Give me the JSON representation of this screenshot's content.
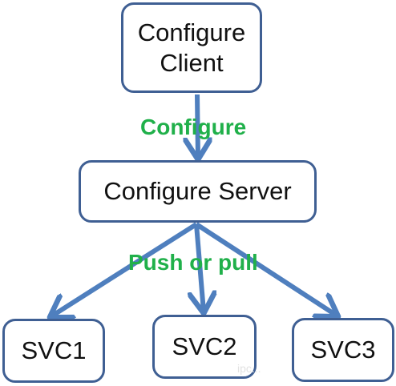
{
  "colors": {
    "arrow": "#4f7fbe",
    "box_border": "#3f5f93",
    "label": "#20b04a",
    "text": "#111111"
  },
  "nodes": {
    "client": {
      "line1": "Configure",
      "line2": "Client"
    },
    "server": {
      "label": "Configure Server"
    },
    "svc1": {
      "label": "SVC1"
    },
    "svc2": {
      "label": "SVC2"
    },
    "svc3": {
      "label": "SVC3"
    }
  },
  "edges": {
    "client_to_server": {
      "label": "Configure"
    },
    "server_to_services": {
      "label": "Push or pull"
    }
  },
  "watermark": "ipc..."
}
